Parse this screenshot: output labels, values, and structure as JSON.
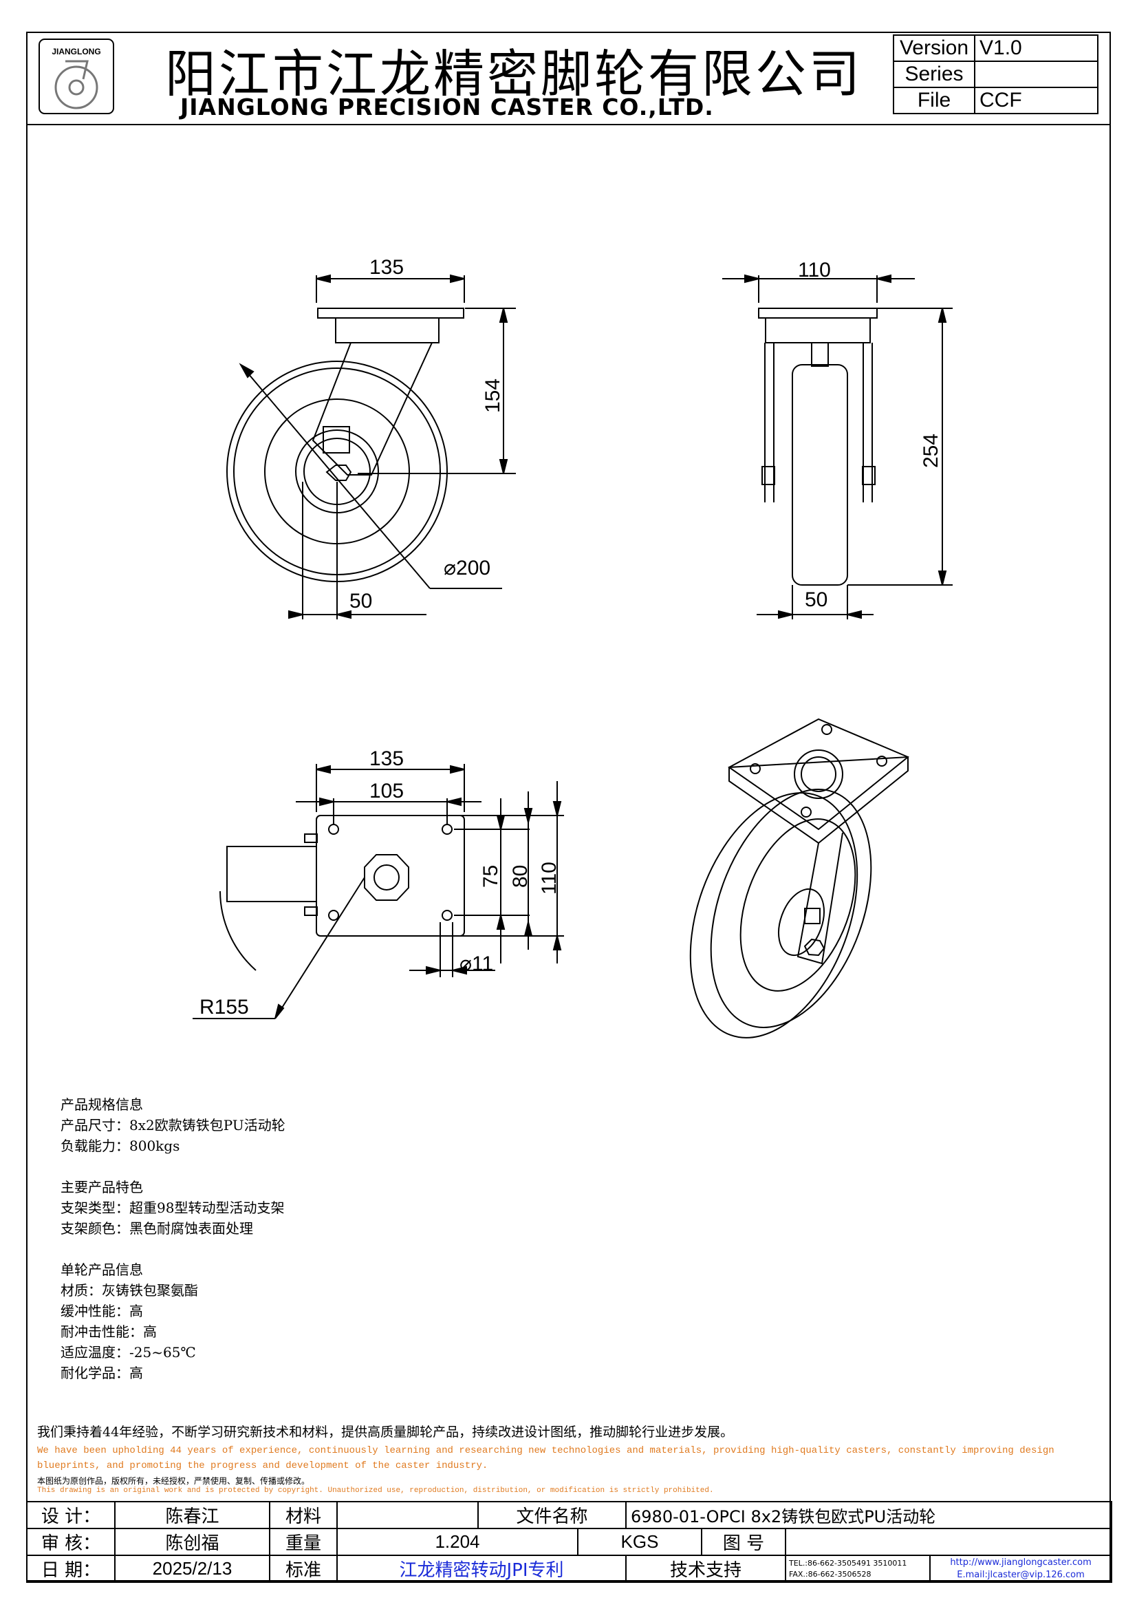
{
  "header": {
    "logo_text": "JIANGLONG",
    "company_cn": "阳江市江龙精密脚轮有限公司",
    "company_en": "JIANGLONG PRECISION CASTER CO.,LTD.",
    "version_label": "Version",
    "version_value": "V1.0",
    "series_label": "Series",
    "series_value": "",
    "file_label": "File",
    "file_value": "CCF"
  },
  "dimensions": {
    "front_width": "135",
    "front_height": "154",
    "wheel_diameter": "⌀200",
    "front_offset": "50",
    "side_width": "110",
    "side_height": "254",
    "side_tread": "50",
    "plate_width": "135",
    "hole_spacing_x": "105",
    "hole_spacing_y": "75",
    "plate_inner": "80",
    "plate_depth": "110",
    "hole_diameter": "⌀11",
    "swivel_radius": "R155"
  },
  "spec": {
    "section1_title": "产品规格信息",
    "size": "产品尺寸：8x2欧款铸铁包PU活动轮",
    "load": "负载能力：800kgs",
    "section2_title": "主要产品特色",
    "bracket_type": "支架类型：超重98型转动型活动支架",
    "bracket_color": "支架颜色：黑色耐腐蚀表面处理",
    "section3_title": "单轮产品信息",
    "material": "材质：灰铸铁包聚氨酯",
    "cushion": "缓冲性能：高",
    "impact": "耐冲击性能：高",
    "temperature": "适应温度：-25~65℃",
    "chemical": "耐化学品：高"
  },
  "notes": {
    "cn": "我们秉持着44年经验，不断学习研究新技术和材料，提供高质量脚轮产品，持续改进设计图纸，推动脚轮行业进步发展。",
    "en": "We have been upholding 44 years of experience, continuously learning and researching new technologies and materials, providing high-quality casters, constantly improving design blueprints, and promoting the progress and development of the caster industry.",
    "copyright_cn": "本图纸为原创作品，版权所有，未经授权，严禁使用、复制、传播或修改。",
    "copyright_en": "This drawing is an original work and is protected by copyright. Unauthorized use, reproduction, distribution, or modification is strictly prohibited."
  },
  "titleblock": {
    "design_label": "设 计：",
    "designer": "陈春江",
    "material_label": "材料",
    "material_value": "",
    "filename_label": "文件名称",
    "filename_value": "6980-01-OPCI 8x2铸铁包欧式PU活动轮",
    "review_label": "审 核：",
    "reviewer": "陈创福",
    "weight_label": "重量",
    "weight_value": "1.204",
    "weight_unit": "KGS",
    "drawing_no_label": "图 号",
    "drawing_no_value": "",
    "date_label": "日 期：",
    "date_value": "2025/2/13",
    "standard_label": "标准",
    "standard_value": "江龙精密转动JPI专利",
    "support_label": "技术支持",
    "tel": "TEL.:86-662-3505491 3510011",
    "fax": "FAX.:86-662-3506528",
    "website": "http://www.jianglongcaster.com",
    "email": "E.mail:jlcaster@vip.126.com"
  }
}
